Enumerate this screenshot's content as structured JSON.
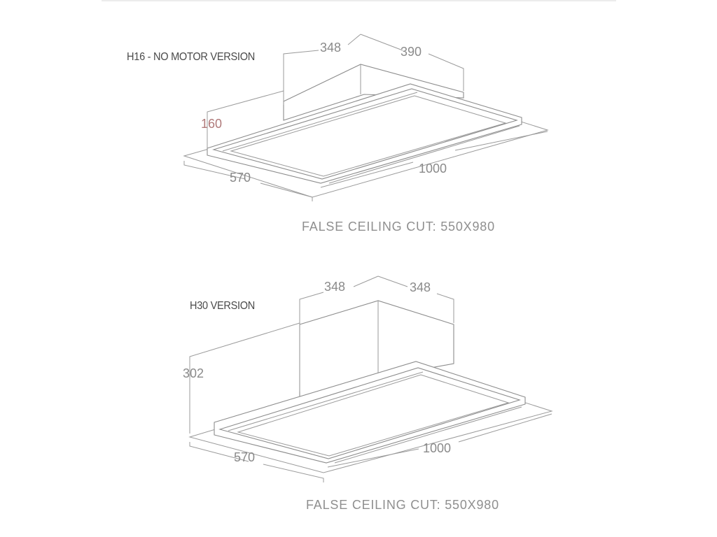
{
  "diagrams": [
    {
      "title": "H16 - NO MOTOR VERSION",
      "dimensions": {
        "top_left": "348",
        "top_right": "390",
        "height": "160",
        "width": "570",
        "length": "1000"
      },
      "caption": "FALSE CEILING CUT: 550X980"
    },
    {
      "title": "H30 VERSION",
      "dimensions": {
        "top_left": "348",
        "top_right": "348",
        "height": "302",
        "width": "570",
        "length": "1000"
      },
      "caption": "FALSE CEILING CUT: 550X980"
    }
  ]
}
